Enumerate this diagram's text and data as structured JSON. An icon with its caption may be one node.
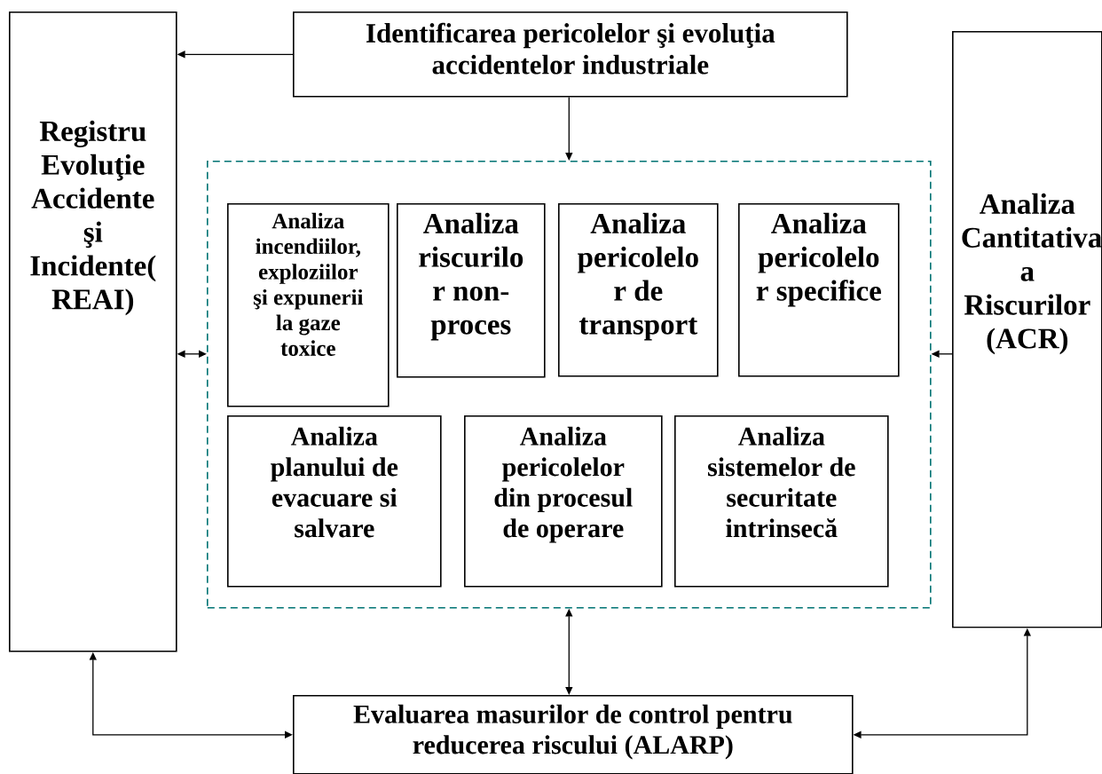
{
  "diagram": {
    "nodes": [
      {
        "text": [
          "Identificarea pericolelor şi evoluţia accidentelor industriale"
        ]
      },
      {
        "text": [
          "Registru Evoluţie Accidente şi Incidente( REAI)"
        ]
      },
      {
        "text": [],
        "shape": "box"
      },
      {
        "text": [
          "Analiza incendiilor, exploziilor şi expunerii la gaze toxice"
        ],
        "in": 2
      },
      {
        "text": [
          "Analiza riscurilo r non-proces"
        ],
        "in": 2
      },
      {
        "text": [
          "Analiza pericolelo r de transport"
        ],
        "in": 2
      },
      {
        "text": [
          "Analiza pericolelo r specifice"
        ],
        "in": 2
      },
      {
        "text": [
          "Analiza planului de evacuare si salvare"
        ],
        "in": 2
      },
      {
        "text": [
          "Analiza pericolelor din procesul de operare"
        ],
        "in": 2
      },
      {
        "text": [
          "Analiza sistemelor de securitate intrinsecă"
        ],
        "in": 2
      },
      {
        "text": [
          "Analiza Cantitativa a Riscurilor (ACR)"
        ]
      },
      {
        "text": [
          "Evaluarea masurilor de control pentru reducerea riscului  (ALARP)"
        ]
      }
    ],
    "edges": [
      {
        "from": 0,
        "to": 1,
        "arrow": "to"
      },
      {
        "from": 0,
        "to": 2,
        "arrow": "to"
      },
      {
        "from": 1,
        "to": 2,
        "arrow": "both"
      },
      {
        "from": 10,
        "to": 2,
        "arrow": "to"
      },
      {
        "from": 2,
        "to": 11,
        "arrow": "both"
      },
      {
        "from": 1,
        "to": 11,
        "arrow": "both"
      },
      {
        "from": 11,
        "to": 10,
        "arrow": "both"
      }
    ]
  }
}
